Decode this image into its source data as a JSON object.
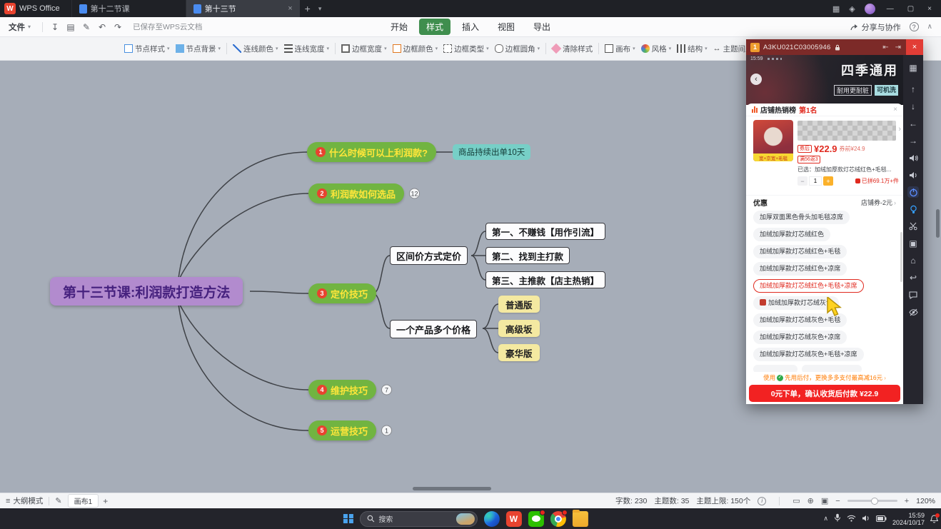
{
  "icons": {
    "caret_down": "▾",
    "save": "↧",
    "print": "▤",
    "format_painter": "✎",
    "undo": "↶",
    "redo": "↷",
    "collapse": "∧",
    "new_tab": "+",
    "close": "×",
    "minimize": "—",
    "maximize": "▢",
    "app_grid": "▦",
    "widgets": "◈",
    "back": "‹",
    "chevron_right": "›",
    "plus": "+",
    "minus": "−",
    "multi_screen": "▦",
    "arrow_up": "↑",
    "arrow_down": "↓",
    "arrow_left": "←",
    "arrow_right": "→",
    "screenshot": "▣",
    "home": "⌂",
    "return": "↩",
    "prev": "⇤",
    "next": "⇥",
    "outline": "≡",
    "brush": "✎",
    "map": "▭",
    "locate": "⊕",
    "fit": "▣",
    "question": "?"
  },
  "titlebar": {
    "logo_letter": "W",
    "app": "WPS Office",
    "tabs": [
      "第十二节课",
      "第十三节"
    ]
  },
  "menubar": {
    "file": "文件",
    "saved": "已保存至WPS云文档",
    "tabs": [
      "开始",
      "样式",
      "插入",
      "视图",
      "导出"
    ],
    "share": "分享与协作"
  },
  "stylebar": {
    "items": [
      "节点样式",
      "节点背景",
      "连线颜色",
      "连线宽度",
      "边框宽度",
      "边框颜色",
      "边框类型",
      "边框圆角",
      "清除样式",
      "画布",
      "风格",
      "结构",
      "主题间距"
    ]
  },
  "mindmap": {
    "root": "第十三节课:利润款打造方法",
    "branch1": {
      "num": "1",
      "label": "什么时候可以上利润款?"
    },
    "branch1_child": "商品持续出单10天",
    "branch2": {
      "num": "2",
      "label": "利润款如何选品",
      "badge": "12"
    },
    "branch3": {
      "num": "3",
      "label": "定价技巧"
    },
    "interval": "区间价方式定价",
    "interval_items": [
      "第一、不赚钱【用作引流】",
      "第二、找到主打款",
      "第三、主推款【店主热销】"
    ],
    "multi": "一个产品多个价格",
    "multi_items": [
      "普通版",
      "高级坂",
      "豪华版"
    ],
    "branch4": {
      "num": "4",
      "label": "维护技巧",
      "badge": "7"
    },
    "branch5": {
      "num": "5",
      "label": "运营技巧",
      "badge": "1"
    }
  },
  "phone": {
    "badge": "1",
    "title": "A3KU021C03005946",
    "status_time": "15:59",
    "hero_title": "四季通用",
    "hero_tag1": "耐用更耐脏",
    "hero_tag2": "可机洗",
    "rank_label": "店铺热销榜",
    "rank_value": "第1名",
    "price_label": "券后",
    "price": "¥22.9",
    "price_before": "券前¥24.9",
    "promo": "满56返3",
    "selected_line": "已选：加绒加厚款灯芯绒红色+毛毯...",
    "qty": "1",
    "sold": "已拼69.1万+件",
    "thumb_tag": "宽+京宽+毛毯",
    "coupon_label": "优惠",
    "coupon_value": "店铺券-2元",
    "skus": [
      {
        "label": "加厚双面黑色骨头加毛毯凉席"
      },
      {
        "label": "加绒加厚款灯芯绒红色"
      },
      {
        "label": "加绒加厚款灯芯绒红色+毛毯"
      },
      {
        "label": "加绒加厚款灯芯绒红色+凉席"
      },
      {
        "label": "加绒加厚款灯芯绒红色+毛毯+凉席"
      },
      {
        "label": "加绒加厚款灯芯绒灰色"
      },
      {
        "label": "加绒加厚款灯芯绒灰色+毛毯"
      },
      {
        "label": "加绒加厚款灯芯绒灰色+凉席"
      },
      {
        "label": "加绒加厚款灯芯绒灰色+毛毯+凉席"
      }
    ],
    "pay_prefix": "使用",
    "pay_text": "先用后付，更换多多支付最高减16元",
    "buy_button": "0元下单，确认收货后付款 ¥22.9"
  },
  "statusbar": {
    "outline": "大纲模式",
    "canvas_tab": "画布1",
    "word_count": "字数: 230",
    "topic_count": "主题数: 35",
    "topic_limit": "主题上限: 150个",
    "zoom": "120%"
  },
  "taskbar": {
    "search": "搜索",
    "time": "15:59",
    "date": "2024/10/17"
  }
}
